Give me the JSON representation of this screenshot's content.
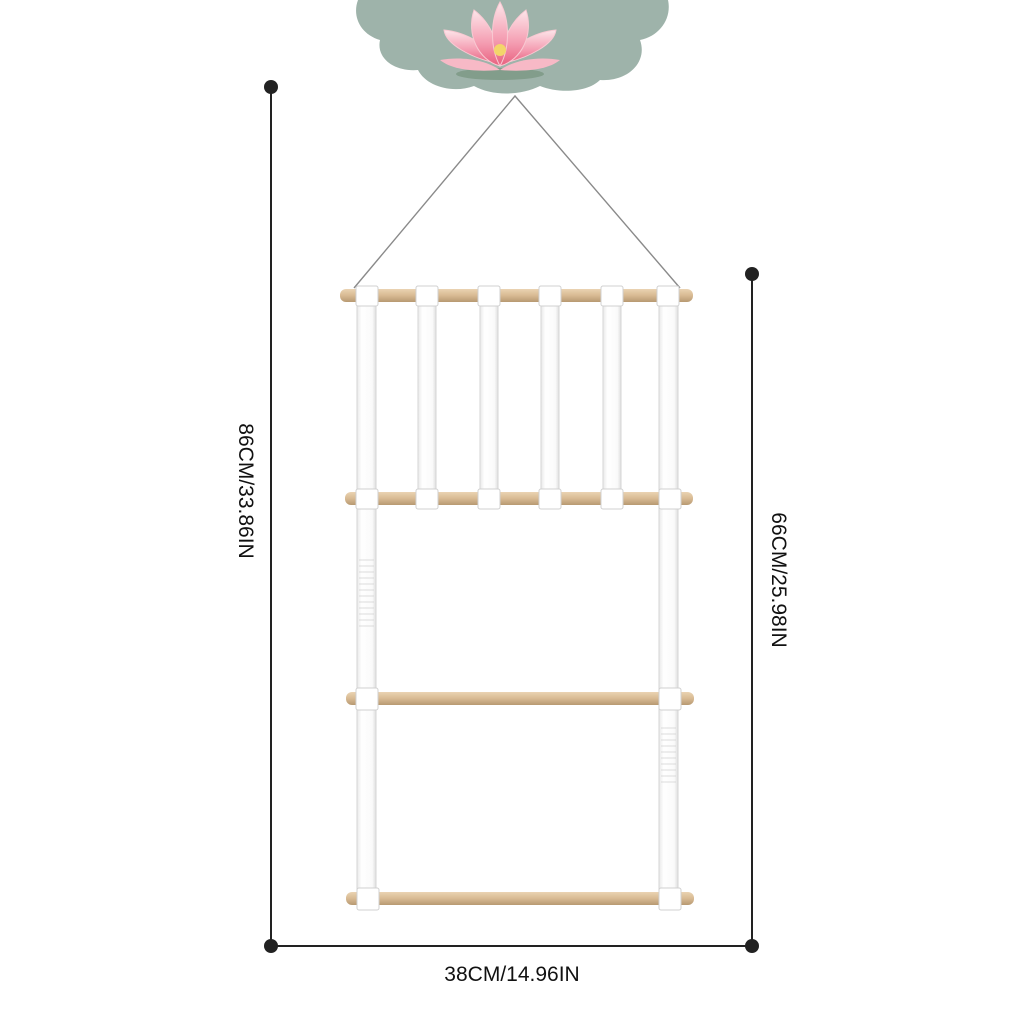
{
  "product": {
    "name": "Wall-mounted towel ladder with wooden rods and white straps",
    "rod_count": 4,
    "top_strap_count": 6
  },
  "dimensions": {
    "total_height": "86CM/33.86IN",
    "ladder_height": "66CM/25.98IN",
    "width": "38CM/14.96IN"
  },
  "badge": {
    "icon": "lotus-icon",
    "cloud_color": "#9eb3aa",
    "petal_color": "#f4a7b5"
  },
  "colors": {
    "wood": "#dcc09c",
    "strap": "#ffffff",
    "dimension_line": "#222222"
  }
}
